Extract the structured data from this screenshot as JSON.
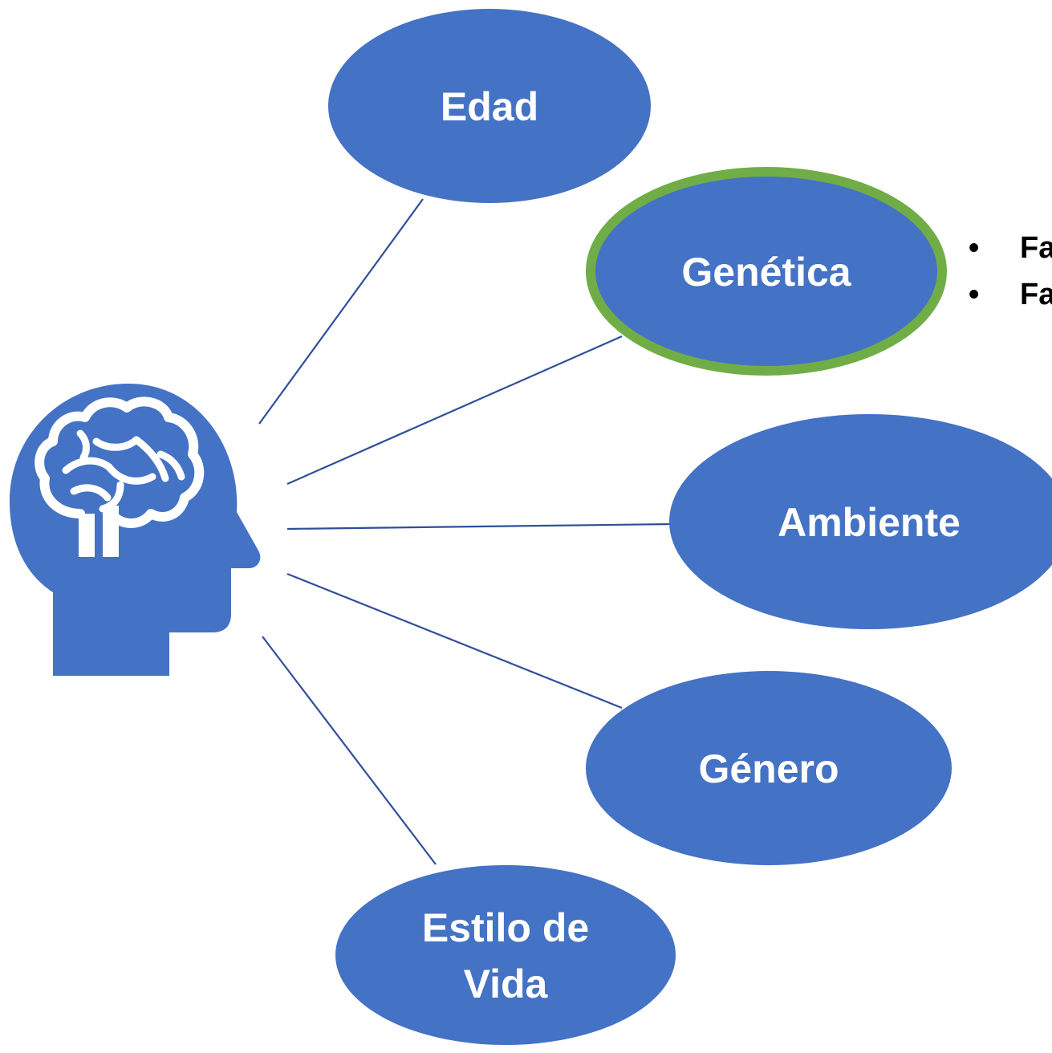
{
  "colors": {
    "node_fill": "#4472c4",
    "highlight_border": "#70ad47",
    "connector": "#2f4f9a",
    "head_fill": "#4472c4",
    "label_text": "#ffffff",
    "bullet_text": "#000000"
  },
  "head": {
    "icon": "head-brain-icon"
  },
  "nodes": {
    "edad": {
      "label": "Edad",
      "highlighted": false
    },
    "genetica": {
      "label": "Genética",
      "highlighted": true
    },
    "ambiente": {
      "label": "Ambiente",
      "highlighted": false
    },
    "genero": {
      "label": "Género",
      "highlighted": false
    },
    "estilo": {
      "label_line1": "Estilo de",
      "label_line2": "Vida",
      "highlighted": false
    }
  },
  "genetica_bullets": [
    {
      "marker": "•",
      "text": "Fa"
    },
    {
      "marker": "•",
      "text": "Fa"
    }
  ]
}
